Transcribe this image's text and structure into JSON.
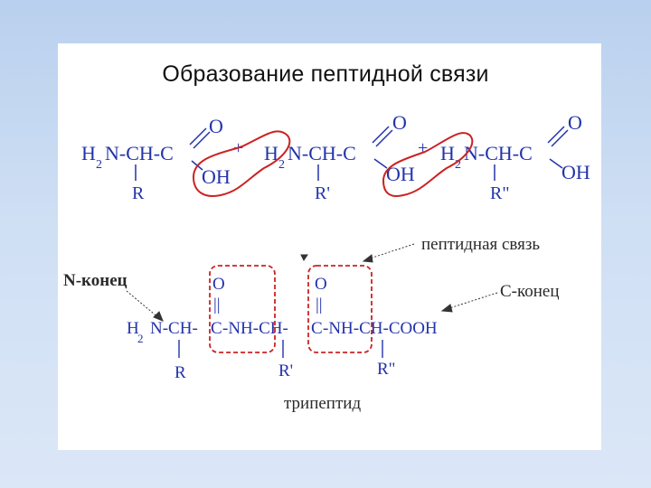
{
  "title": "Образование пептидной связи",
  "reactants": {
    "aa1": {
      "h2": "H",
      "sub2": "2",
      "chain": "N-CH-C",
      "o_top": "O",
      "oh": "OH",
      "side": "R"
    },
    "plus1": "+",
    "aa2": {
      "h2": "H",
      "sub2": "2",
      "chain": "N-CH-C",
      "o_top": "O",
      "oh": "OH",
      "side": "R'"
    },
    "plus2": "+",
    "aa3": {
      "h2": "H",
      "sub2": "2",
      "chain": "N-CH-C",
      "o_top": "O",
      "oh": "OH",
      "side": "R\""
    }
  },
  "product": {
    "h2": "H",
    "sub2": "2",
    "n1": "N-CH-",
    "c1": "C",
    "nh1": "-NH-CH-",
    "c2": "C",
    "nh2": "-NH-CH-COOH",
    "o1": "O",
    "o2": "O",
    "dbl1": "||",
    "dbl2": "||",
    "side1": "R",
    "side2": "R'",
    "side3": "R\""
  },
  "labels": {
    "peptide_bond": "пептидная связь",
    "n_terminus": "N-конец",
    "c_terminus": "С-конец",
    "tripeptide": "трипептид"
  },
  "colors": {
    "formula": "#2233aa",
    "highlight": "#cc2222",
    "text": "#2a2a2a"
  }
}
